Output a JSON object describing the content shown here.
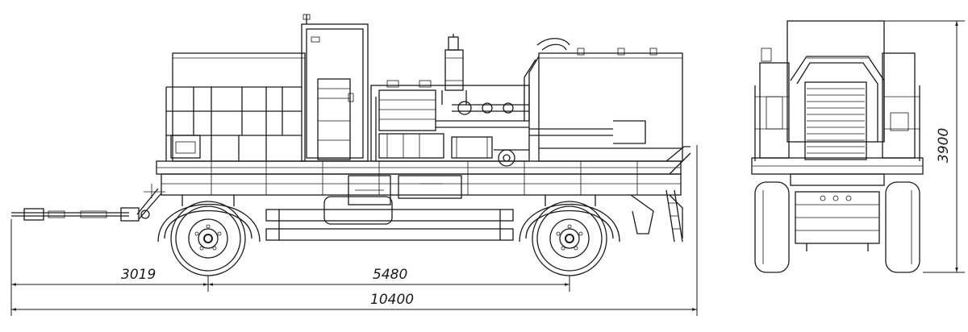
{
  "dimensions": {
    "rear_overhang": "3019",
    "wheelbase": "5480",
    "overall_length": "10400",
    "overall_height": "3900"
  }
}
